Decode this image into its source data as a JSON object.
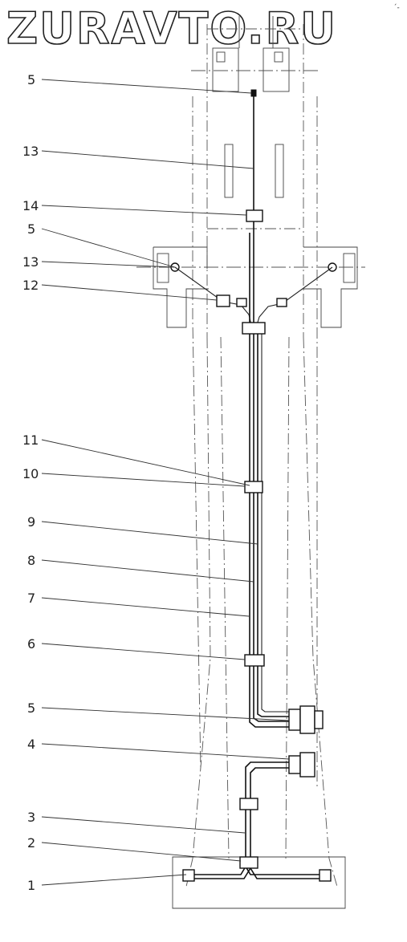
{
  "watermark": "ZURAVTO.RU",
  "corner_mark": "´‐",
  "callouts": [
    {
      "id": "c1",
      "label": "1"
    },
    {
      "id": "c2",
      "label": "2"
    },
    {
      "id": "c3",
      "label": "3"
    },
    {
      "id": "c4",
      "label": "4"
    },
    {
      "id": "c5a",
      "label": "5"
    },
    {
      "id": "c6",
      "label": "6"
    },
    {
      "id": "c7",
      "label": "7"
    },
    {
      "id": "c8",
      "label": "8"
    },
    {
      "id": "c9",
      "label": "9"
    },
    {
      "id": "c10",
      "label": "10"
    },
    {
      "id": "c11",
      "label": "11"
    },
    {
      "id": "c12",
      "label": "12"
    },
    {
      "id": "c13a",
      "label": "13"
    },
    {
      "id": "c5b",
      "label": "5"
    },
    {
      "id": "c14",
      "label": "14"
    },
    {
      "id": "c13b",
      "label": "13"
    },
    {
      "id": "c5c",
      "label": "5"
    }
  ]
}
